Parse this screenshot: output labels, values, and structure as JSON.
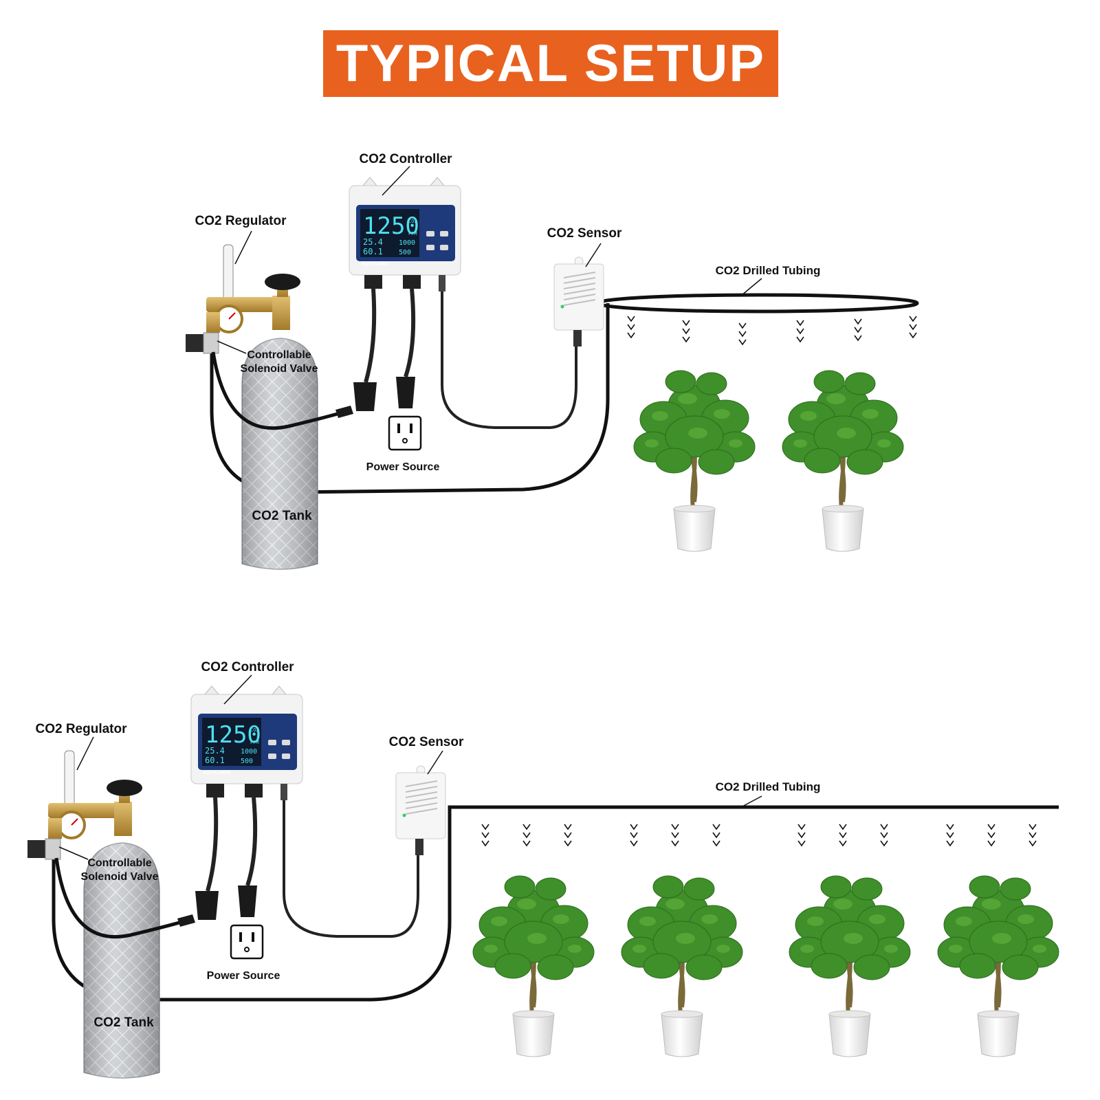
{
  "banner": {
    "title": "TYPICAL SETUP"
  },
  "colors": {
    "banner": "#e8611f",
    "tubing": "#111111",
    "leaf": "#3f8f2a",
    "pot": "#f2f2f2",
    "tank": "#c8cbcf",
    "controller_face": "#1e3a7a",
    "lcd": "#0e1a2e"
  },
  "setups": [
    {
      "controller_label": "CO2 Controller",
      "regulator_label": "CO2 Regulator",
      "sensor_label": "CO2 Sensor",
      "tubing_label": "CO2 Drilled Tubing",
      "valve_label_line1": "Controllable",
      "valve_label_line2": "Solenoid Valve",
      "power_label": "Power Source",
      "tank_label": "CO2 Tank",
      "tubing_shape": "loop",
      "plant_count": 2,
      "lcd": {
        "main": "1250",
        "unit": "PPM",
        "co2": "CO2",
        "temp": "25.4",
        "hum": "60.1",
        "set1": "1000",
        "set2": "500",
        "brand": "EDYCARX"
      }
    },
    {
      "controller_label": "CO2 Controller",
      "regulator_label": "CO2 Regulator",
      "sensor_label": "CO2 Sensor",
      "tubing_label": "CO2 Drilled Tubing",
      "valve_label_line1": "Controllable",
      "valve_label_line2": "Solenoid Valve",
      "power_label": "Power Source",
      "tank_label": "CO2 Tank",
      "tubing_shape": "straight",
      "plant_count": 4,
      "lcd": {
        "main": "1250",
        "unit": "PPM",
        "co2": "CO2",
        "temp": "25.4",
        "hum": "60.1",
        "set1": "1000",
        "set2": "500",
        "brand": "EDYCARX"
      }
    }
  ],
  "icons": [
    "co2-tank-icon",
    "regulator-icon",
    "solenoid-valve-icon",
    "controller-icon",
    "sensor-icon",
    "power-outlet-icon",
    "plant-icon",
    "co2-flow-arrow-icon"
  ]
}
